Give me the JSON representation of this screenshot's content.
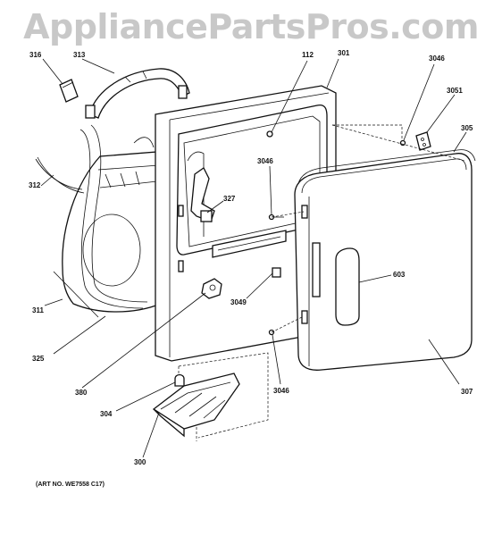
{
  "watermark": "AppliancePartsPros.com",
  "art_number": "(ART NO. WE7558 C17)",
  "callouts": [
    {
      "id": "316",
      "text": "316"
    },
    {
      "id": "313",
      "text": "313"
    },
    {
      "id": "112",
      "text": "112"
    },
    {
      "id": "301",
      "text": "301"
    },
    {
      "id": "3046a",
      "text": "3046"
    },
    {
      "id": "3051",
      "text": "3051"
    },
    {
      "id": "305",
      "text": "305"
    },
    {
      "id": "3046b",
      "text": "3046"
    },
    {
      "id": "327",
      "text": "327"
    },
    {
      "id": "312",
      "text": "312"
    },
    {
      "id": "603",
      "text": "603"
    },
    {
      "id": "3049",
      "text": "3049"
    },
    {
      "id": "311",
      "text": "311"
    },
    {
      "id": "325",
      "text": "325"
    },
    {
      "id": "380",
      "text": "380"
    },
    {
      "id": "3046c",
      "text": "3046"
    },
    {
      "id": "307",
      "text": "307"
    },
    {
      "id": "304",
      "text": "304"
    },
    {
      "id": "300",
      "text": "300"
    }
  ]
}
